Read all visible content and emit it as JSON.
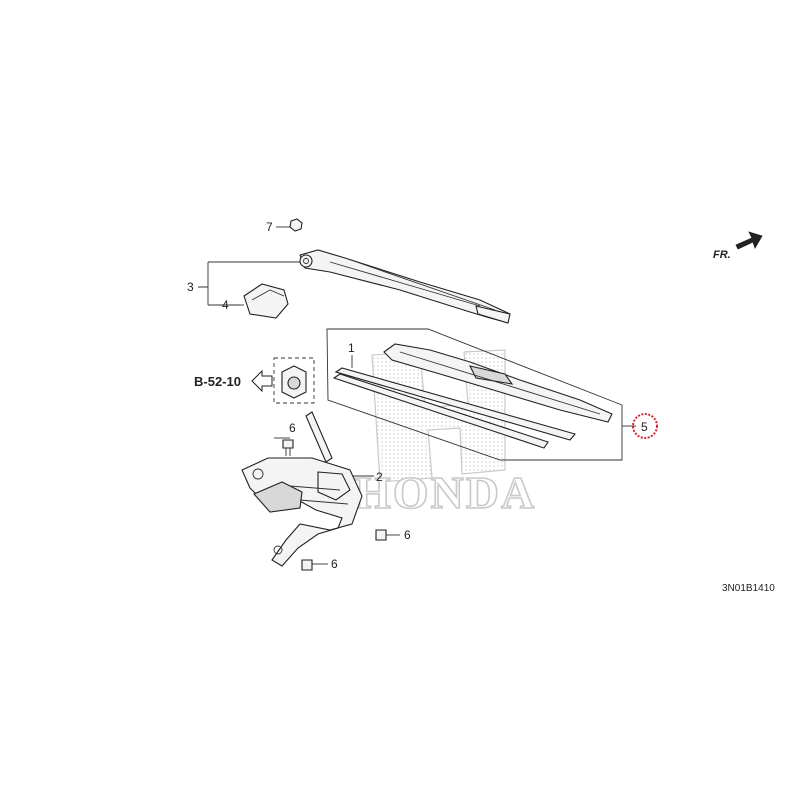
{
  "diagram": {
    "diagram_code": "3N01B1410",
    "front_marker": "FR.",
    "reference_label": "B-52-10",
    "watermark_brand": "HONDA",
    "highlight_color": "#d9262e",
    "callouts": {
      "blade_rubber": "1",
      "motor_assembly": "2",
      "arm_assembly": "3",
      "arm_cap": "4",
      "blade_assembly": "5",
      "bolt": "6",
      "nut": "7"
    }
  }
}
